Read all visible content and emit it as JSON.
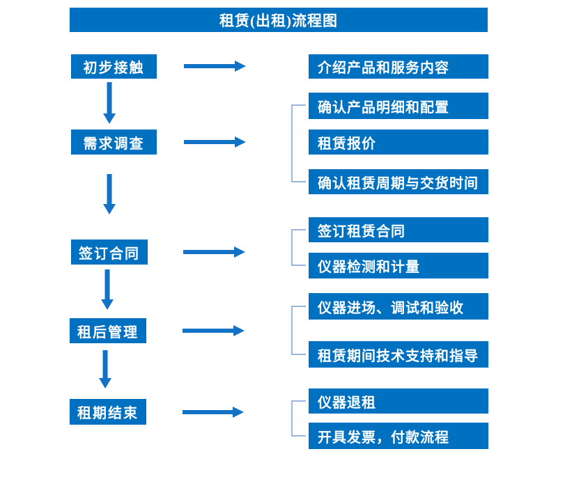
{
  "title": "租赁(出租)流程图",
  "colors": {
    "primary_blue": "#0070C0",
    "arrow_blue": "#1272C6",
    "bracket_blue": "#8EAADB",
    "text_on_primary": "#FFFFFF",
    "background": "#FFFFFF"
  },
  "flow": {
    "stages": [
      {
        "label": "初步接触",
        "details": [
          "介绍产品和服务内容"
        ]
      },
      {
        "label": "需求调查",
        "details": [
          "确认产品明细和配置",
          "租赁报价",
          "确认租赁周期与交货时间"
        ]
      },
      {
        "label": "签订合同",
        "details": [
          "签订租赁合同",
          "仪器检测和计量"
        ]
      },
      {
        "label": "租后管理",
        "details": [
          "仪器进场、调试和验收",
          "租赁期间技术支持和指导"
        ]
      },
      {
        "label": "租期结束",
        "details": [
          "仪器退租",
          "开具发票，付款流程"
        ]
      }
    ]
  }
}
